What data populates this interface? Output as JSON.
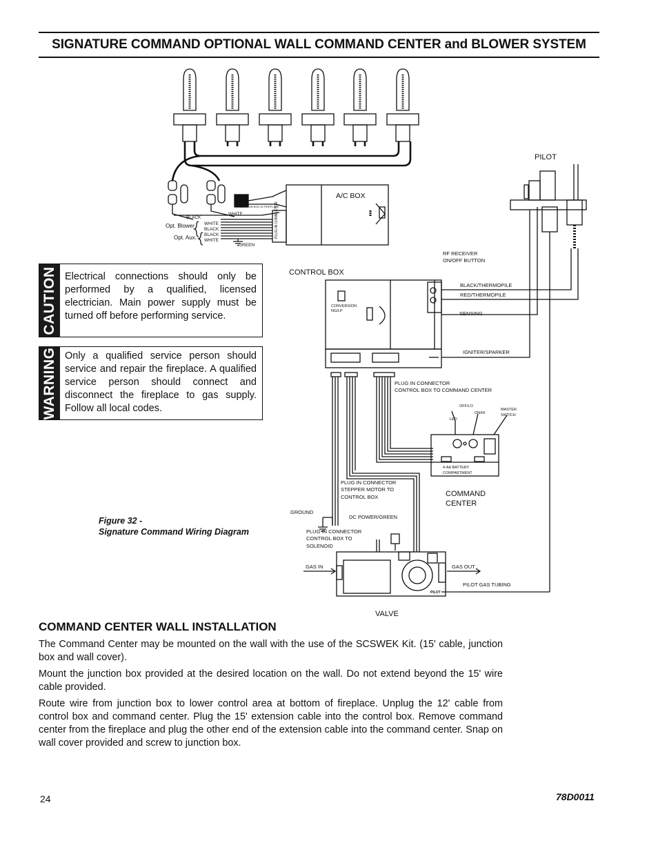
{
  "header": {
    "title": "SIGNATURE COMMAND OPTIONAL WALL COMMAND CENTER and BLOWER SYSTEM"
  },
  "diagram": {
    "pilot": "PILOT",
    "ac_box": "A/C BOX",
    "to_junction_box": "TO JUNCTION BOX IN FIREPLACE",
    "black": "BLACK",
    "white": "WHITE",
    "opt_blower": "Opt. Blower",
    "opt_aux": "Opt. Aux.",
    "wire_white_1": "WHITE",
    "wire_black_1": "BLACK",
    "wire_black_2": "BLACK",
    "wire_white_2": "WHITE",
    "green": "GREEN",
    "plug_in_connector": "PLUG-IN CONNECTOR",
    "rf_receiver_1": "RF RECEIVER",
    "rf_receiver_2": "ON/OFF BUTTON",
    "control_box": "CONTROL BOX",
    "conversion_1": "CONVERSION",
    "conversion_2": "NG/LP",
    "black_thermopile": "BLACK/THERMOPILE",
    "red_thermopile": "RED/THERMOPILE",
    "sensing": "SENSING",
    "igniter_sparker": "IGNITER/SPARKER",
    "plug_cc_1": "PLUG IN CONNECTOR",
    "plug_cc_2": "CONTROL BOX TO COMMAND CENTER",
    "off_lo": "OFF/LO",
    "led": "LED",
    "on_hi": "ON/HI",
    "master_1": "MASTER",
    "master_2": "SWTICH",
    "battery_1": "4-AA BATTERY",
    "battery_2": "COMPARTMENT",
    "command_1": "COMMAND",
    "command_2": "CENTER",
    "plug_step_1": "PLUG IN CONNECTOR",
    "plug_step_2": "STEPPER MOTOR TO",
    "plug_step_3": "CONTROL BOX",
    "ground": "GROUND",
    "dc_power": "DC POWER/GREEN",
    "plug_sol_1": "PLUG IN CONNECTOR",
    "plug_sol_2": "CONTROL BOX TO",
    "plug_sol_3": "SOLENOID",
    "gas_in": "GAS IN",
    "gas_out": "GAS OUT",
    "pilot_gas_tubing": "PILOT GAS TUBING",
    "valve": "VALVE",
    "pilot_mark": "PILOT"
  },
  "caution": {
    "tab": "CAUTION",
    "text": "Electrical connections should only be performed by a qualified, licensed electrician. Main power supply must be turned off before performing service."
  },
  "warning": {
    "tab": "WARNING",
    "text": "Only a qualified service person should service and repair the fireplace. A qualified service person should connect and disconnect the fireplace to gas supply. Follow all local codes."
  },
  "figure": {
    "number": "Figure 32 -",
    "caption": "Signature Command Wiring Diagram"
  },
  "section": {
    "heading": "COMMAND CENTER WALL INSTALLATION",
    "p1": "The Command Center may be mounted on the wall with the use of the SCSWEK Kit. (15' cable, junction box and wall cover).",
    "p2": "Mount the junction box provided at the desired location on the wall. Do not extend beyond the 15' wire cable provided.",
    "p3": "Route wire from junction box to lower control area at bottom of fireplace. Unplug the 12' cable from control box and command center. Plug the 15' extension cable into the control box. Remove command center from the fireplace and plug the other end of the extension cable into the command center. Snap on wall cover provided and screw to junction box."
  },
  "footer": {
    "page_number": "24",
    "doc_code": "78D0011"
  }
}
